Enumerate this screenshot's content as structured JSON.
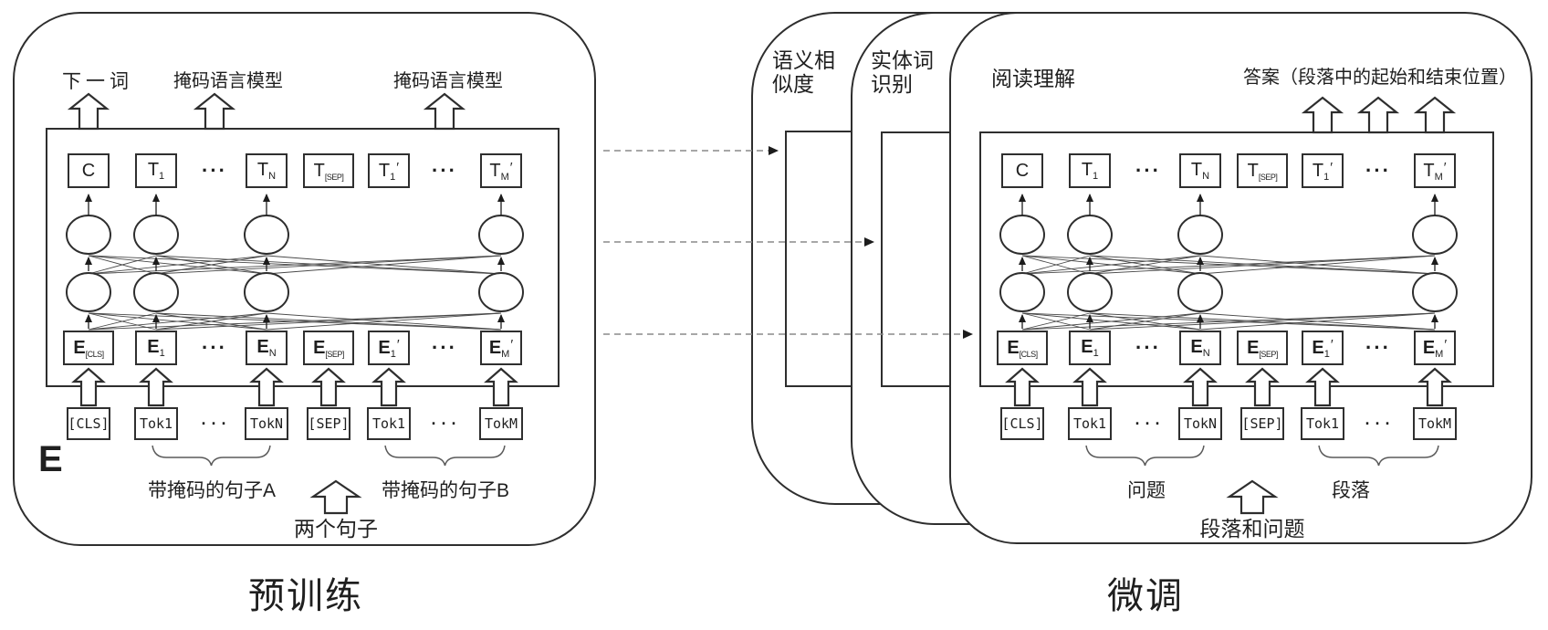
{
  "colors": {
    "ink": "#2e2e2e",
    "mesh": "#4a4a4a",
    "dash": "#8a8a8a",
    "arrowhead": "#1c1c1c",
    "background": "#ffffff",
    "text": "#1f1f1f"
  },
  "rows": {
    "t": [
      {
        "base": "C"
      },
      {
        "base": "T",
        "sub": "1"
      },
      {
        "dots": "···"
      },
      {
        "base": "T",
        "sub": "N"
      },
      {
        "base": "T",
        "sub": "[SEP]"
      },
      {
        "base": "T",
        "sub": "1",
        "prime": "′"
      },
      {
        "dots": "···"
      },
      {
        "base": "T",
        "sub": "M",
        "prime": "′"
      }
    ],
    "e": [
      {
        "base": "E",
        "sub": "[CLS]"
      },
      {
        "base": "E",
        "sub": "1"
      },
      {
        "dots": "···"
      },
      {
        "base": "E",
        "sub": "N"
      },
      {
        "base": "E",
        "sub": "[SEP]"
      },
      {
        "base": "E",
        "sub": "1",
        "prime": "′"
      },
      {
        "dots": "···"
      },
      {
        "base": "E",
        "sub": "M",
        "prime": "′"
      }
    ],
    "tok": [
      {
        "text": "[CLS]"
      },
      {
        "text": "Tok1"
      },
      {
        "dots": "···"
      },
      {
        "text": "TokN"
      },
      {
        "text": "[SEP]"
      },
      {
        "text": "Tok1"
      },
      {
        "dots": "···"
      },
      {
        "text": "TokM"
      }
    ]
  },
  "left_panel": {
    "output_labels": [
      "下一词",
      "掩码语言模型",
      "掩码语言模型"
    ],
    "sentence_a_label": "带掩码的句子A",
    "sentence_b_label": "带掩码的句子B",
    "input_label": "两个句子",
    "embedding_letter": "E",
    "caption": "预训练"
  },
  "right_panel": {
    "task_card_1_label": "语义相\n似度",
    "task_card_2_label": "实体词\n识别",
    "task_card_3_label": "阅读理解",
    "output_label": "答案（段落中的起始和结束位置）",
    "question_label": "问题",
    "paragraph_label": "段落",
    "input_label": "段落和问题",
    "caption": "微调"
  }
}
